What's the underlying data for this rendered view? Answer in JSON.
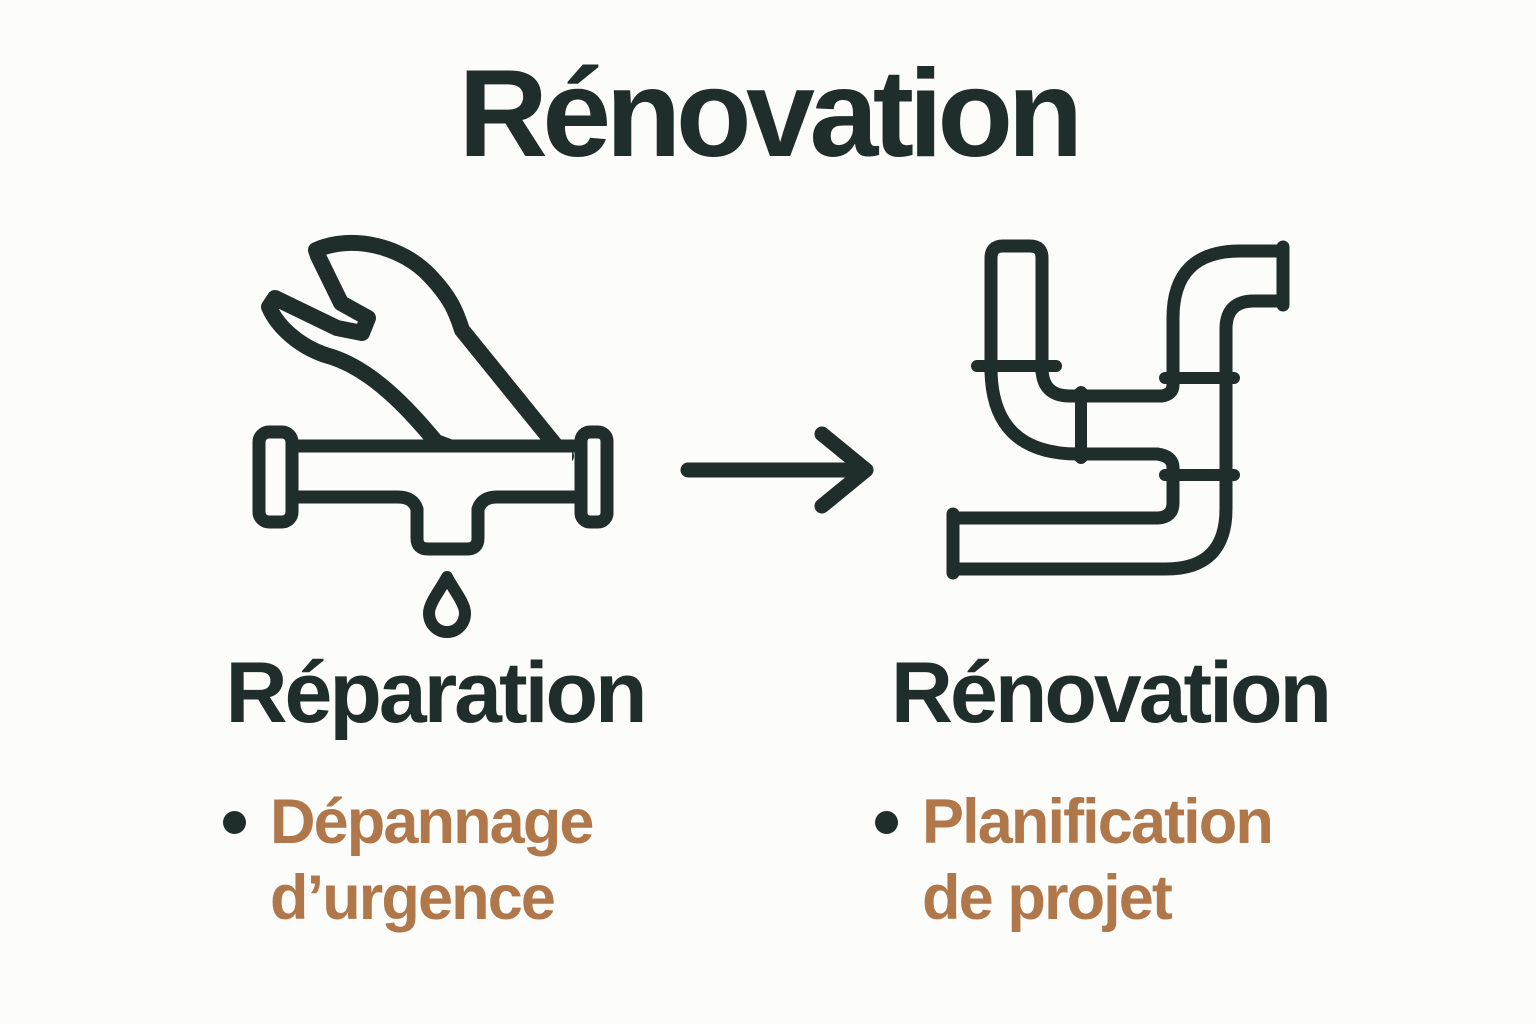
{
  "colors": {
    "background": "#fcfcfa",
    "ink": "#1f2d2b",
    "accent": "#b0784a"
  },
  "title": "Rénovation",
  "arrow": {
    "direction": "right"
  },
  "columns": [
    {
      "icon": "wrench-leaking-pipe",
      "label": "Réparation",
      "bullets": [
        "Dépannage d’urgence"
      ]
    },
    {
      "icon": "pipe-network",
      "label": "Rénovation",
      "bullets": [
        "Planification de projet"
      ]
    }
  ]
}
